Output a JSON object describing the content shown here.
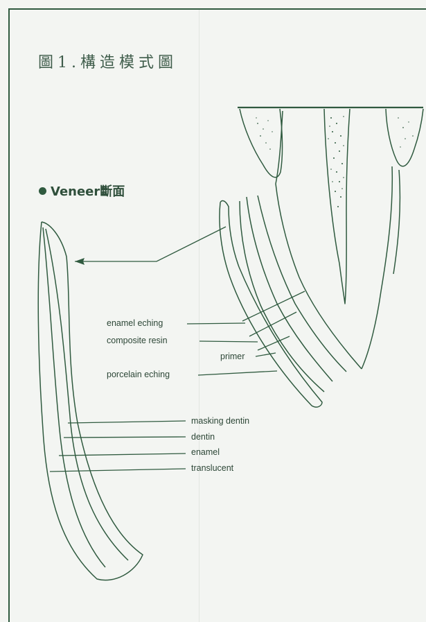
{
  "title": "圖1.構造模式圖",
  "section_heading": "Veneer斷面",
  "labels": {
    "enamel_eching": "enamel eching",
    "composite_resin": "composite resin",
    "primer": "primer",
    "porcelain_eching": "porcelain eching",
    "masking_dentin": "masking dentin",
    "dentin": "dentin",
    "enamel": "enamel",
    "translucent": "translucent"
  },
  "colors": {
    "line": "#2f5a3f",
    "paper": "#f3f5f2"
  }
}
